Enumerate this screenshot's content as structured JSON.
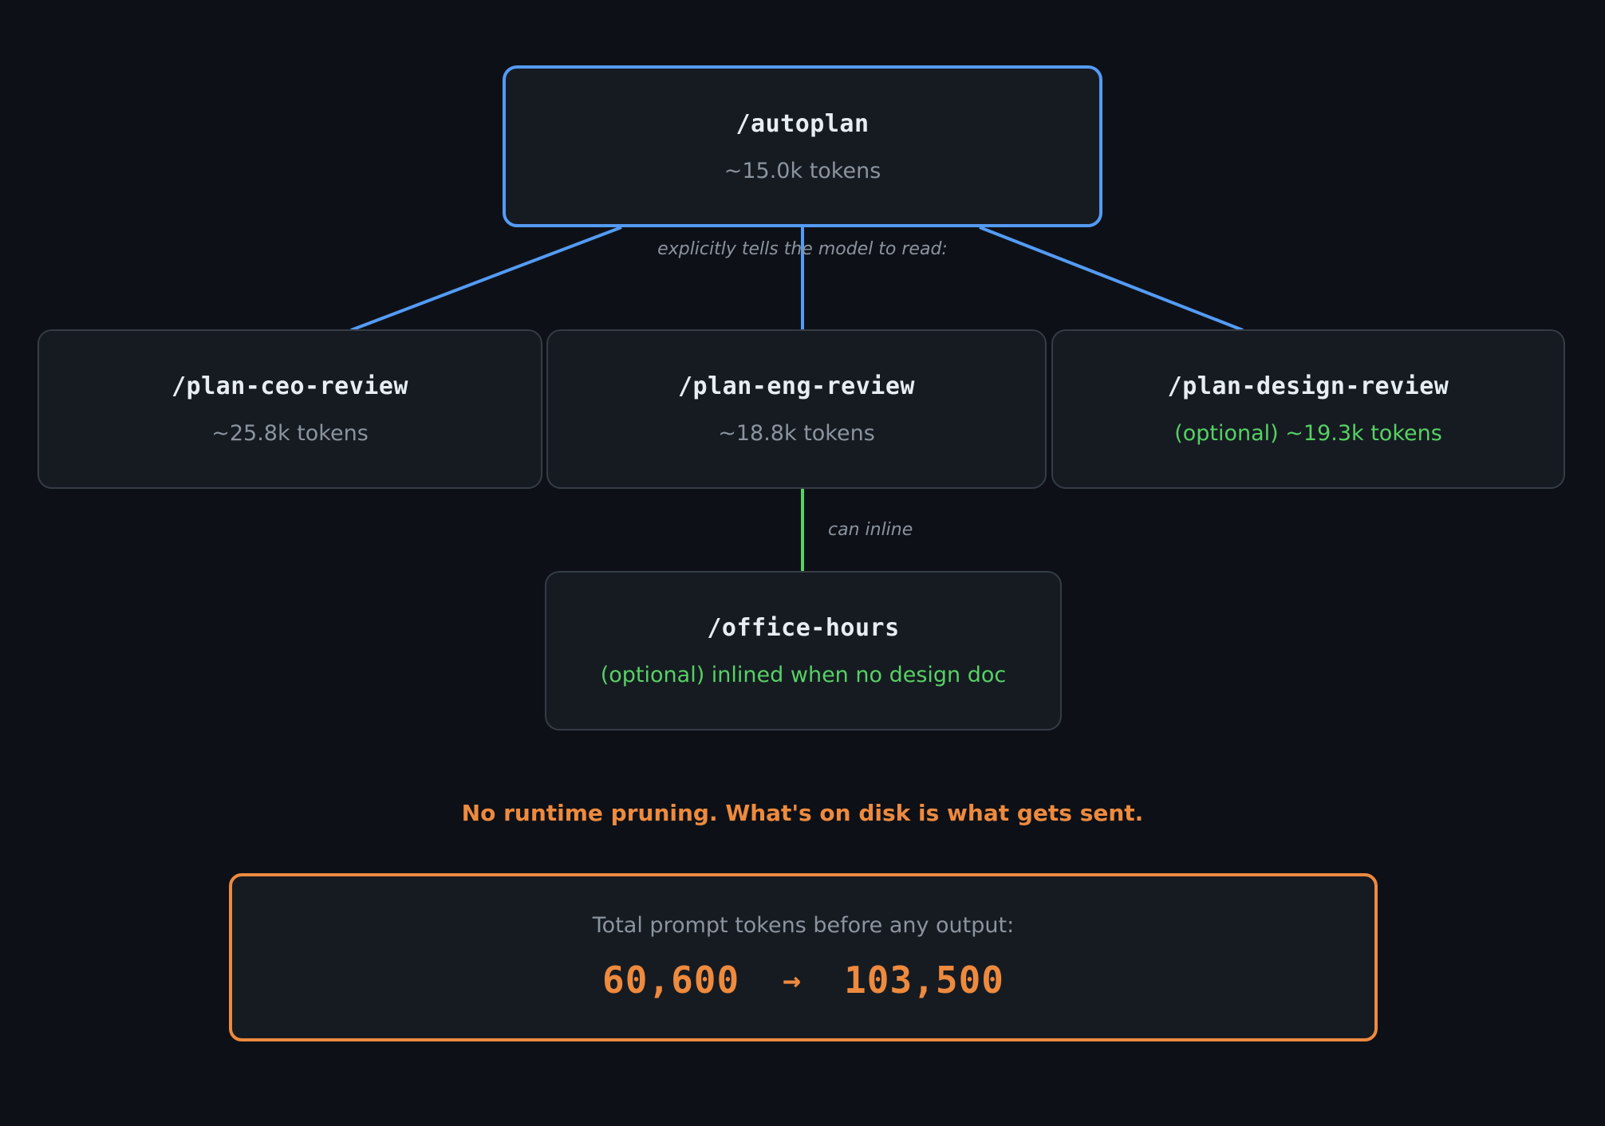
{
  "colors": {
    "background": "#0d1117",
    "node-fill": "#161b22",
    "node-border": "#353c45",
    "blue": "#549bf5",
    "green": "#57d163",
    "orange": "#ee8a3e",
    "gray-text": "#8b949e",
    "white-text": "#e6edf3"
  },
  "nodes": {
    "autoplan": {
      "title": "/autoplan",
      "subtitle": "~15.0k tokens"
    },
    "plan_ceo_review": {
      "title": "/plan-ceo-review",
      "subtitle": "~25.8k tokens"
    },
    "plan_eng_review": {
      "title": "/plan-eng-review",
      "subtitle": "~18.8k tokens"
    },
    "plan_design_review": {
      "title": "/plan-design-review",
      "subtitle": "(optional) ~19.3k tokens"
    },
    "office_hours": {
      "title": "/office-hours",
      "subtitle": "(optional) inlined when no design doc"
    }
  },
  "edge_labels": {
    "reads": "explicitly tells the model to read:",
    "inline": "can inline"
  },
  "callout": "No runtime pruning. What's on disk is what gets sent.",
  "totals": {
    "label": "Total prompt tokens before any output:",
    "from": "60,600",
    "arrow": "→",
    "to": "103,500"
  }
}
